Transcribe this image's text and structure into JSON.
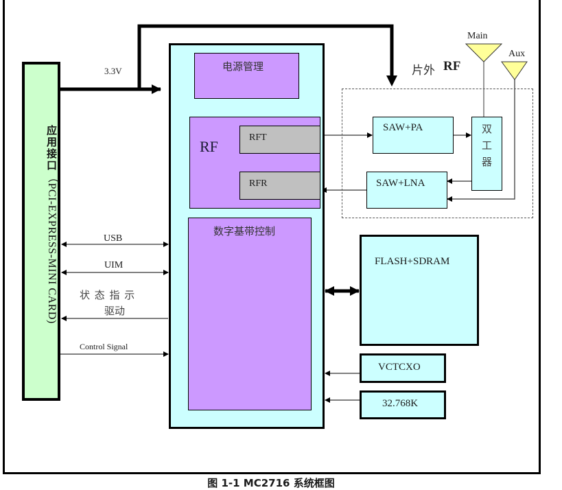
{
  "figure": {
    "caption": "图 1-1   MC2716 系统框图"
  },
  "interface": {
    "title_cn": "应用接口",
    "title_en": "（PCI-EXPRESS-MINI CARD)"
  },
  "power": {
    "voltage_label": "3.3V"
  },
  "module": {
    "power_management": "电源管理",
    "rf_label": "RF",
    "rft": "RFT",
    "rfr": "RFR",
    "baseband": "数字基带控制"
  },
  "signals": {
    "usb": "USB",
    "uim": "UIM",
    "status_line1": "状 态 指 示",
    "status_line2": "驱动",
    "control": "Control Signal"
  },
  "external_rf": {
    "title_cn": "片外",
    "title_en": "RF",
    "saw_pa": "SAW+PA",
    "saw_lna": "SAW+LNA",
    "duplexer": [
      "双",
      "工",
      "器"
    ],
    "antenna_main": "Main",
    "antenna_aux": "Aux"
  },
  "peripherals": {
    "memory": "FLASH+SDRAM",
    "vctcxo": "VCTCXO",
    "clock": "32.768K"
  },
  "colors": {
    "interface_fill": "#ccffcc",
    "module_fill": "#ccffff",
    "block_fill": "#cc99ff",
    "rf_sub_fill": "#c0c0c0",
    "antenna_fill": "#ffff99"
  }
}
